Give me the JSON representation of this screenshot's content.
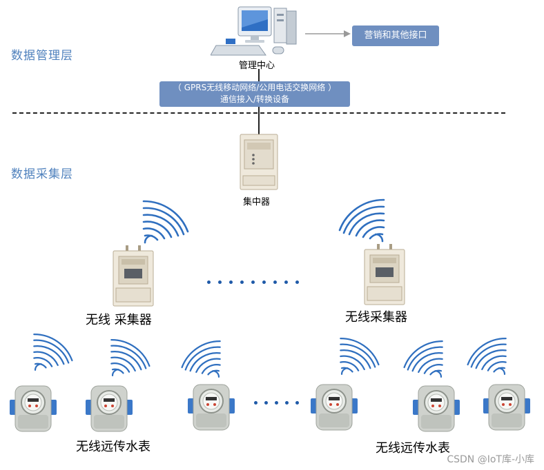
{
  "layers": {
    "management": "数据管理层",
    "collection": "数据采集层"
  },
  "center": {
    "label": "管理中心",
    "marketing_box": "营销和其他接口",
    "network_line1": "（ GPRS无线移动网络/公用电话交换网络 ）",
    "network_line2": "通信接入/转换设备"
  },
  "concentrator": {
    "label": "集中器"
  },
  "collectors": {
    "label_left": "无线 采集器",
    "label_right": "无线采集器"
  },
  "meters": {
    "label_left": "无线远传水表",
    "label_right": "无线远传水表"
  },
  "watermark": "CSDN @IoT库-小库",
  "colors": {
    "layer_text": "#4f81bd",
    "box_fill": "#6f8fc0",
    "wave": "#2f6fbf",
    "dots": "#1f5aa8"
  },
  "icons": [
    "computer-icon",
    "arrow-right-icon",
    "concentrator-device-icon",
    "collector-device-icon",
    "water-meter-icon",
    "wireless-signal-icon"
  ]
}
